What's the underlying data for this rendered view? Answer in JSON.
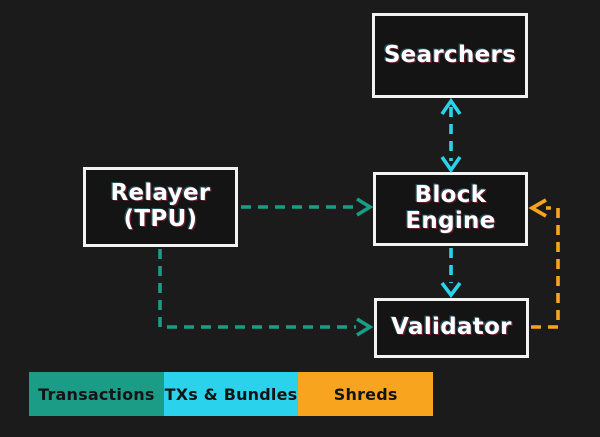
{
  "colors": {
    "background": "#1b1b1b",
    "node_fill": "#141414",
    "node_border": "#f2f2f2",
    "node_text": "#ffffff",
    "transactions": "#1a9c86",
    "txs_bundles": "#2bd2ec",
    "shreds": "#f8a41f",
    "legend_text": "#141414"
  },
  "nodes": {
    "searchers": {
      "label": "Searchers"
    },
    "relayer": {
      "line1": "Relayer",
      "line2": "(TPU)"
    },
    "block_engine": {
      "line1": "Block",
      "line2": "Engine"
    },
    "validator": {
      "label": "Validator"
    }
  },
  "edges": [
    {
      "from": "Searchers",
      "to": "Block Engine",
      "flow": "TXs & Bundles",
      "bidirectional": true
    },
    {
      "from": "Relayer (TPU)",
      "to": "Block Engine",
      "flow": "Transactions",
      "bidirectional": false
    },
    {
      "from": "Relayer (TPU)",
      "to": "Validator",
      "flow": "Transactions",
      "bidirectional": false
    },
    {
      "from": "Block Engine",
      "to": "Validator",
      "flow": "TXs & Bundles",
      "bidirectional": false
    },
    {
      "from": "Validator",
      "to": "Block Engine",
      "flow": "Shreds",
      "bidirectional": false
    }
  ],
  "legend": {
    "items": [
      {
        "label": "Transactions",
        "color": "#1a9c86"
      },
      {
        "label": "TXs & Bundles",
        "color": "#2bd2ec"
      },
      {
        "label": "Shreds",
        "color": "#f8a41f"
      }
    ]
  }
}
